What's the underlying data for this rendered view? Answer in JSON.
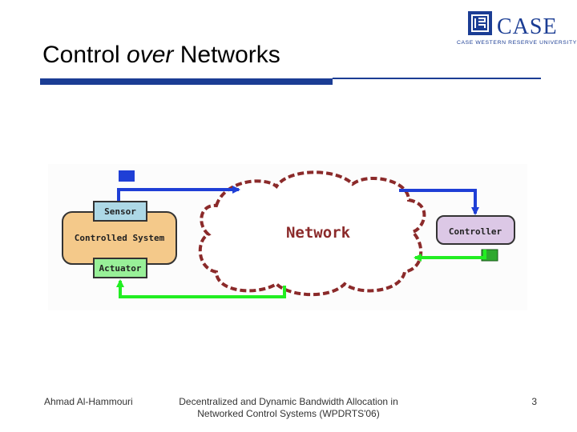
{
  "slide": {
    "title_prefix": "Control ",
    "title_emphasis": "over",
    "title_suffix": " Networks"
  },
  "logo": {
    "word": "CASE",
    "subtitle": "CASE WESTERN RESERVE UNIVERSITY"
  },
  "diagram": {
    "sensor": "Sensor",
    "plant": "Controlled System",
    "actuator": "Actuator",
    "network": "Network",
    "controller": "Controller"
  },
  "footer": {
    "author": "Ahmad Al-Hammouri",
    "talk_line1": "Decentralized and Dynamic Bandwidth Allocation in",
    "talk_line2": "Networked Control Systems (WPDRTS'06)",
    "page": "3"
  },
  "colors": {
    "accent": "#1b3d94",
    "sensor_fill": "#add8e6",
    "plant_fill": "#f4c98a",
    "actuator_fill": "#98f098",
    "controller_fill": "#dcc8e6",
    "cloud_stroke": "#8b2a2a",
    "uplink": "#1f3fd6",
    "downlink": "#22ee22"
  }
}
